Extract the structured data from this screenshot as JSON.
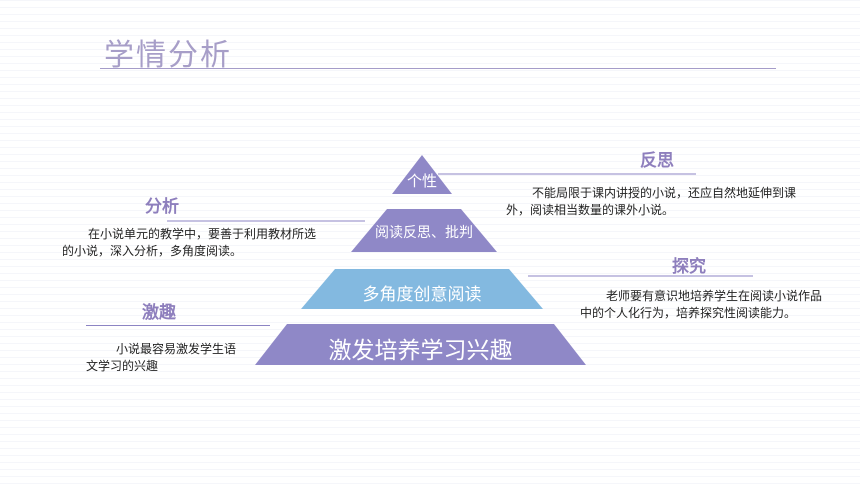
{
  "slide": {
    "title": "学情分析"
  },
  "pyramid": {
    "tiers": [
      {
        "label": "个性",
        "color": "#8f88c7"
      },
      {
        "label": "阅读反思、批判",
        "color": "#8f88c7"
      },
      {
        "label": "多角度创意阅读",
        "color": "#83b9e0"
      },
      {
        "label": "激发培养学习兴趣",
        "color": "#8f88c7"
      }
    ]
  },
  "annotations": {
    "reflect": {
      "heading": "反思",
      "text": "不能局限于课内讲授的小说，还应自然地延伸到课外，阅读相当数量的课外小说。"
    },
    "analyze": {
      "heading": "分析",
      "text": "在小说单元的教学中，要善于利用教材所选的小说，深入分析，多角度阅读。"
    },
    "explore": {
      "heading": "探究",
      "text": "老师要有意识地培养学生在阅读小说作品中的个人化行为，培养探究性阅读能力。"
    },
    "interest": {
      "heading": "激趣",
      "text": "小说最容易激发学生语文学习的兴趣"
    }
  }
}
